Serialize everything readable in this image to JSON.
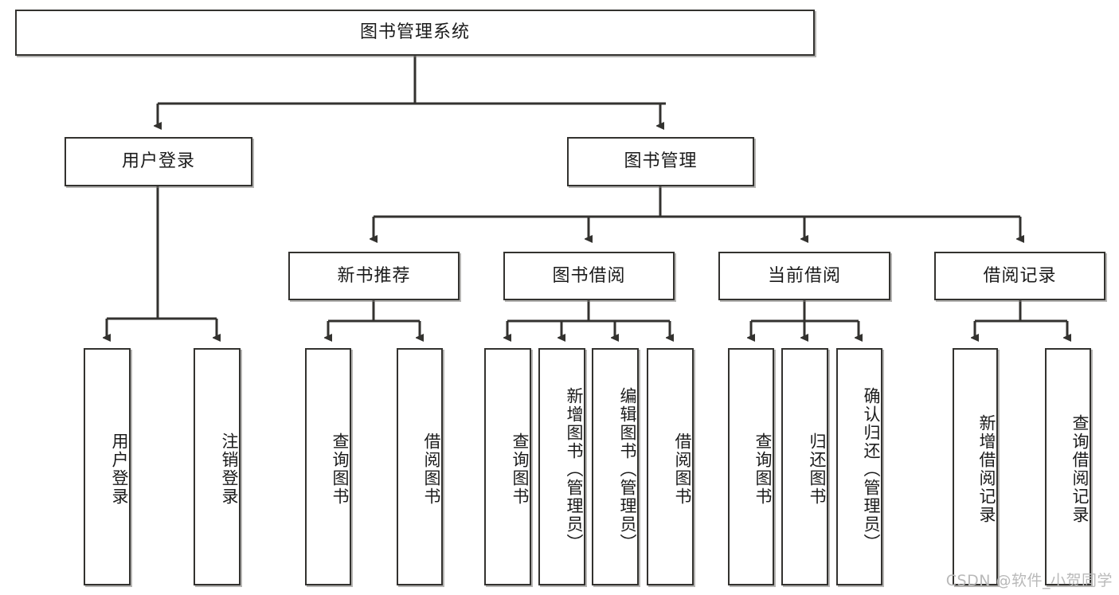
{
  "diagram": {
    "title": "图书管理系统",
    "type": "tree-hierarchy",
    "root": {
      "label": "图书管理系统"
    },
    "level2": [
      {
        "label": "用户登录"
      },
      {
        "label": "图书管理"
      }
    ],
    "level3": [
      {
        "label": "新书推荐"
      },
      {
        "label": "图书借阅"
      },
      {
        "label": "当前借阅"
      },
      {
        "label": "借阅记录"
      }
    ],
    "leaves": {
      "user_login": [
        {
          "label": "用户登录"
        },
        {
          "label": "注销登录"
        }
      ],
      "new_book_recommend": [
        {
          "label": "查询图书"
        },
        {
          "label": "借阅图书"
        }
      ],
      "book_borrow": [
        {
          "label": "查询图书"
        },
        {
          "label": "新增图书（管理员）"
        },
        {
          "label": "编辑图书（管理员）"
        },
        {
          "label": "借阅图书"
        }
      ],
      "current_borrow": [
        {
          "label": "查询图书"
        },
        {
          "label": "归还图书"
        },
        {
          "label": "确认归还（管理员）"
        }
      ],
      "borrow_record": [
        {
          "label": "新增借阅记录"
        },
        {
          "label": "查询借阅记录"
        }
      ]
    }
  },
  "watermark": {
    "text": "CSDN @软件_小贺同学"
  },
  "colors": {
    "border": "#33322f",
    "text": "#1b1b1b",
    "background": "#ffffff",
    "watermark": "#b9b9b9"
  }
}
